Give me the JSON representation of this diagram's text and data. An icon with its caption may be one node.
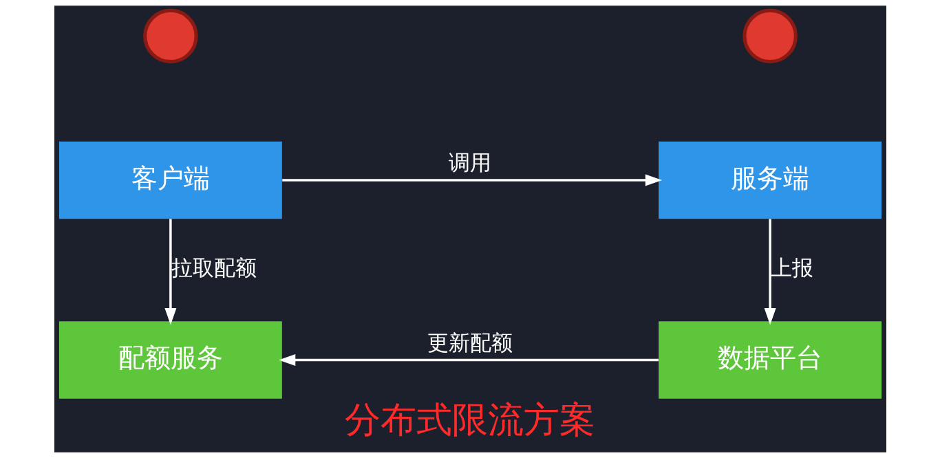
{
  "diagram": {
    "title": "分布式限流方案",
    "nodes": [
      {
        "text": [
          "客户端"
        ]
      },
      {
        "text": [
          "服务端"
        ]
      },
      {
        "text": [
          "配额服务"
        ]
      },
      {
        "text": [
          "数据平台"
        ]
      },
      {
        "text": [],
        "shape": "circle"
      },
      {
        "text": [],
        "shape": "circle"
      }
    ],
    "edges": [
      {
        "from": 0,
        "to": 1,
        "label": "调用",
        "arrow": "to"
      },
      {
        "from": 0,
        "to": 2,
        "label": "拉取配额",
        "arrow": "to"
      },
      {
        "from": 1,
        "to": 3,
        "label": "上报",
        "arrow": "to"
      },
      {
        "from": 3,
        "to": 2,
        "label": "更新配额",
        "arrow": "to"
      }
    ]
  }
}
